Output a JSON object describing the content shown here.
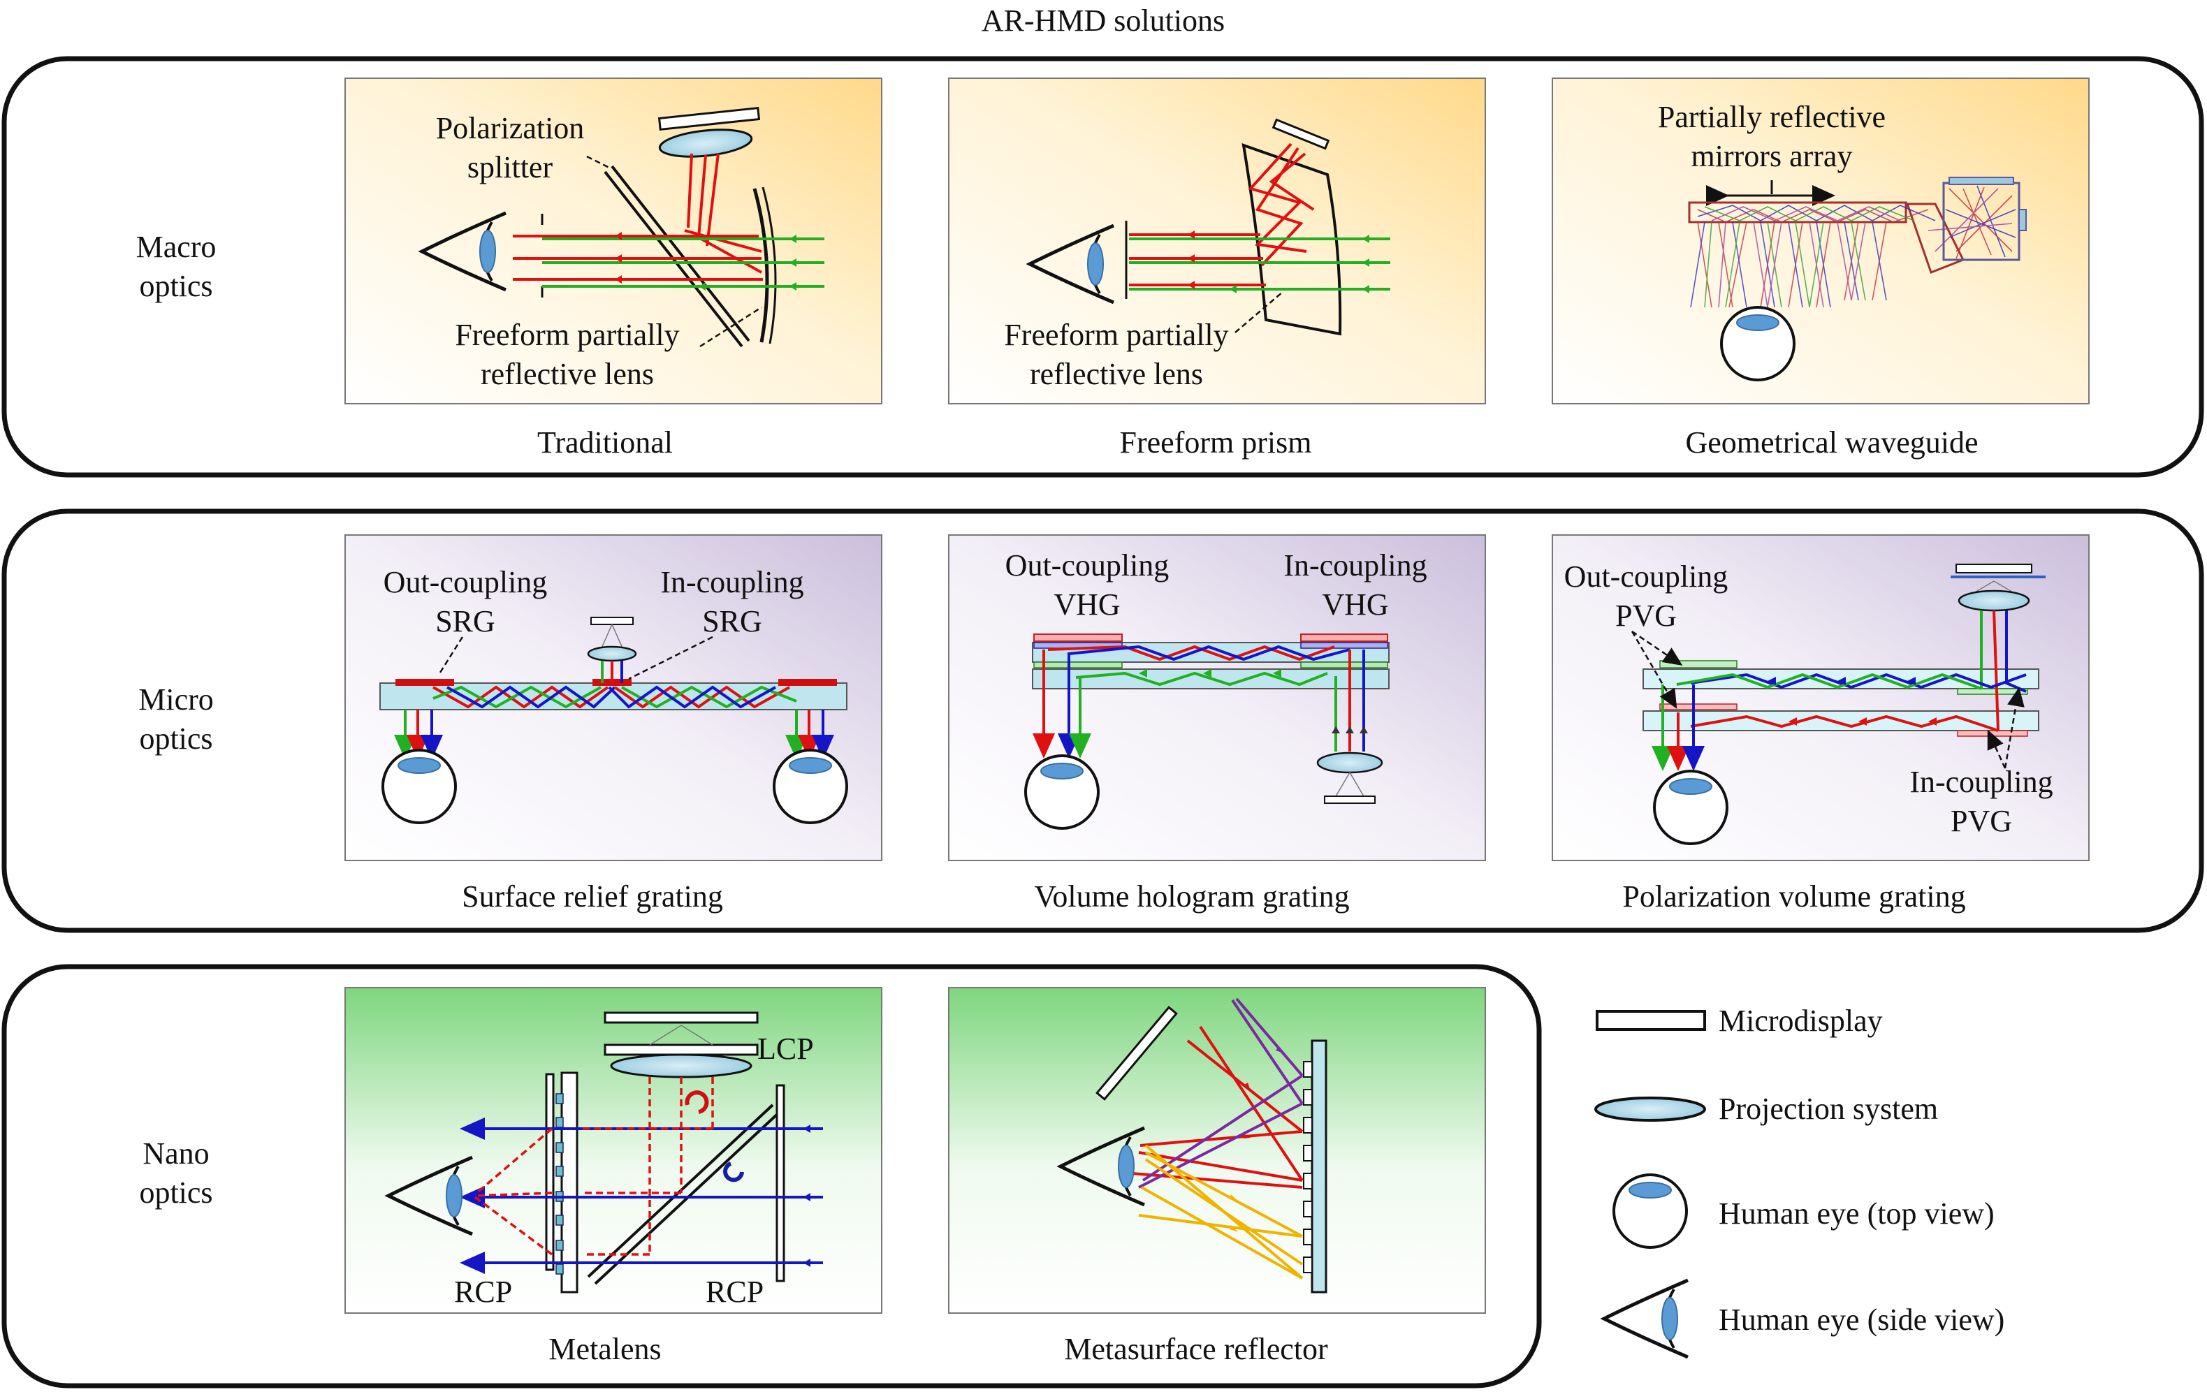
{
  "title": "AR-HMD solutions",
  "rows": [
    {
      "label_line1": "Macro",
      "label_line2": "optics"
    },
    {
      "label_line1": "Micro",
      "label_line2": "optics"
    },
    {
      "label_line1": "Nano",
      "label_line2": "optics"
    }
  ],
  "panels": {
    "traditional": {
      "caption": "Traditional",
      "label_a1": "Polarization",
      "label_a2": "splitter",
      "label_b1": "Freeform partially",
      "label_b2": "reflective lens"
    },
    "freeform_prism": {
      "caption": "Freeform prism",
      "label_b1": "Freeform partially",
      "label_b2": "reflective lens"
    },
    "geometrical_waveguide": {
      "caption": "Geometrical waveguide",
      "label_a1": "Partially reflective",
      "label_a2": "mirrors array"
    },
    "srg": {
      "caption": "Surface relief grating",
      "out1": "Out-coupling",
      "out2": "SRG",
      "in1": "In-coupling",
      "in2": "SRG"
    },
    "vhg": {
      "caption": "Volume hologram grating",
      "out1": "Out-coupling",
      "out2": "VHG",
      "in1": "In-coupling",
      "in2": "VHG"
    },
    "pvg": {
      "caption": "Polarization volume grating",
      "out1": "Out-coupling",
      "out2": "PVG",
      "in1": "In-coupling",
      "in2": "PVG"
    },
    "metalens": {
      "caption": "Metalens",
      "lcp": "LCP",
      "rcp_left": "RCP",
      "rcp_right": "RCP"
    },
    "metasurface_reflector": {
      "caption": "Metasurface reflector"
    }
  },
  "legend": [
    {
      "icon": "microdisplay-icon",
      "label": "Microdisplay"
    },
    {
      "icon": "projection-system-icon",
      "label": "Projection system"
    },
    {
      "icon": "eye-top-view-icon",
      "label": "Human eye (top view)"
    },
    {
      "icon": "eye-side-view-icon",
      "label": "Human eye (side view)"
    }
  ],
  "colors": {
    "red": "#e01010",
    "green": "#21b021",
    "blue": "#1515c8",
    "purple": "#7a2aa0",
    "yellow": "#f0b400",
    "eye_blue": "#5b9bd5",
    "lens_fill": "#bfe0ec"
  }
}
